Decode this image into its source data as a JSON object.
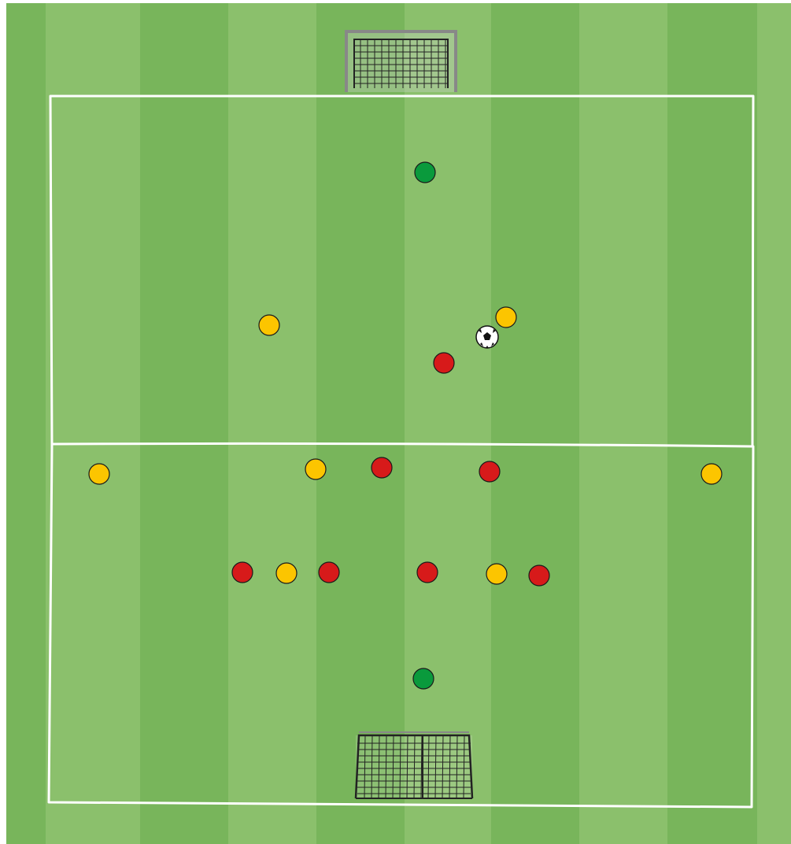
{
  "diagram": {
    "type": "soccer-training-drill",
    "colors": {
      "grass_dark": "#78b55b",
      "grass_light": "#8bc06c",
      "line": "#ffffff",
      "goalkeeper": "#0a9a3c",
      "team_yellow": "#fcc500",
      "team_red": "#d71a1a",
      "goal_frame": "#888888",
      "goal_net": "#222222"
    },
    "players": [
      {
        "team": "goalkeeper",
        "icon": "player-green-dot"
      },
      {
        "team": "goalkeeper",
        "icon": "player-green-dot"
      },
      {
        "team": "yellow",
        "icon": "player-yellow-dot"
      },
      {
        "team": "yellow",
        "icon": "player-yellow-dot"
      },
      {
        "team": "yellow",
        "icon": "player-yellow-dot"
      },
      {
        "team": "yellow",
        "icon": "player-yellow-dot"
      },
      {
        "team": "yellow",
        "icon": "player-yellow-dot"
      },
      {
        "team": "yellow",
        "icon": "player-yellow-dot"
      },
      {
        "team": "yellow",
        "icon": "player-yellow-dot"
      },
      {
        "team": "red",
        "icon": "player-red-dot"
      },
      {
        "team": "red",
        "icon": "player-red-dot"
      },
      {
        "team": "red",
        "icon": "player-red-dot"
      },
      {
        "team": "red",
        "icon": "player-red-dot"
      },
      {
        "team": "red",
        "icon": "player-red-dot"
      },
      {
        "team": "red",
        "icon": "player-red-dot"
      },
      {
        "team": "red",
        "icon": "player-red-dot"
      }
    ],
    "ball": {
      "icon": "soccer-ball-icon"
    },
    "goals": [
      {
        "icon": "goal-icon"
      },
      {
        "icon": "goal-icon"
      }
    ]
  }
}
